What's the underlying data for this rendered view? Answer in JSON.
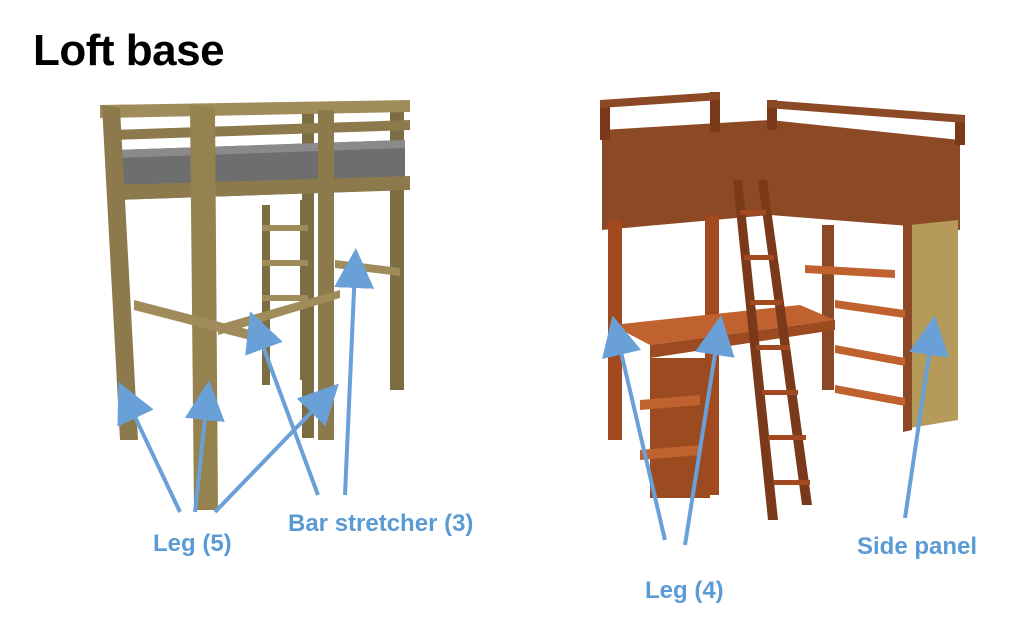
{
  "title": "Loft base",
  "labels": {
    "left_leg": "Leg (5)",
    "left_bar": "Bar stretcher (3)",
    "right_leg": "Leg (4)",
    "right_panel": "Side panel"
  },
  "colors": {
    "label": "#5b9bd5",
    "arrow": "#6aa0d8",
    "wood_light": "#8c7a4d",
    "wood_dark": "#a2491f",
    "mattress": "#6e6e6e"
  }
}
